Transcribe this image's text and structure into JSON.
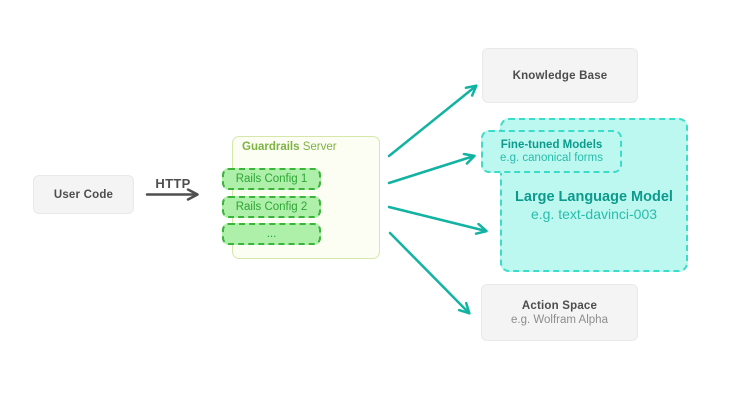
{
  "colors": {
    "arrow": "#12b3a2",
    "http_arrow": "#4f4f4f",
    "teal_border": "#3bdcca",
    "teal_fill": "#bdf8f0",
    "teal_text": "#0b9b8d",
    "teal_text_light": "#28bcab",
    "green_border": "#3cb43c",
    "green_fill": "#aef0aa",
    "green_text": "#2da534",
    "olive_text": "#7cb342",
    "olive_border": "#d5e7ab",
    "olive_fill": "#fcfef3",
    "gray_fill": "#f4f4f4",
    "gray_border": "#e9e9e9",
    "text_dark": "#4d4d4d",
    "text_light": "#8d8d8d"
  },
  "nodes": {
    "user_code": {
      "label": "User Code"
    },
    "http": {
      "label": "HTTP"
    },
    "guardrails": {
      "title_bold": "Guardrails",
      "title_rest": " Server",
      "configs": [
        "Rails Config 1",
        "Rails Config 2",
        "..."
      ]
    },
    "knowledge_base": {
      "label": "Knowledge Base"
    },
    "fine_tuned": {
      "title": "Fine-tuned Models",
      "subtitle": "e.g. canonical forms"
    },
    "llm": {
      "title": "Large Language Model",
      "subtitle": "e.g. text-davinci-003"
    },
    "action_space": {
      "title": "Action Space",
      "subtitle": "e.g. Wolfram Alpha"
    }
  }
}
